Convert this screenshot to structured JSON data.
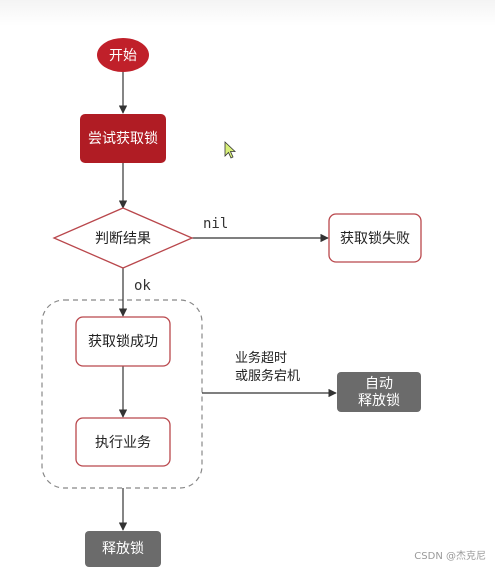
{
  "colors": {
    "start_fill": "#c0202a",
    "acquire_fill": "#b01c24",
    "node_stroke": "#b9474c",
    "gray_fill": "#6b6b6b",
    "edge": "#333333",
    "dashed_group": "#888888"
  },
  "nodes": {
    "start": "开始",
    "acquire": "尝试获取锁",
    "decision": "判断结果",
    "fail": "获取锁失败",
    "success": "获取锁成功",
    "execute": "执行业务",
    "auto_release_line1": "自动",
    "auto_release_line2": "释放锁",
    "release": "释放锁"
  },
  "edges": {
    "nil_label": "nil",
    "ok_label": "ok",
    "timeout_line1": "业务超时",
    "timeout_line2": "或服务宕机"
  },
  "watermark": "CSDN @杰克尼",
  "icons": {
    "cursor": "mouse-pointer-icon"
  }
}
